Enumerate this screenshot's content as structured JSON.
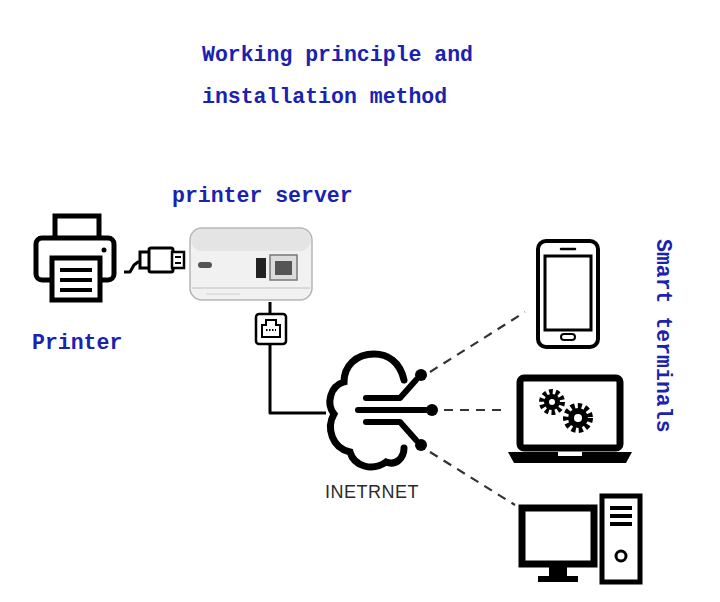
{
  "diagram": {
    "title": "Working principle and installation method",
    "nodes": [
      {
        "text": [
          "Printer"
        ]
      },
      {
        "text": [
          "printer server"
        ]
      },
      {
        "text": [
          "INETRNET"
        ]
      },
      {
        "text": [
          "Smart terminals"
        ]
      }
    ],
    "edges": [
      {
        "from": 0,
        "to": 1,
        "arrow": "none"
      },
      {
        "from": 1,
        "to": 2,
        "arrow": "none"
      },
      {
        "from": 2,
        "to": 3,
        "arrow": "none"
      }
    ]
  }
}
